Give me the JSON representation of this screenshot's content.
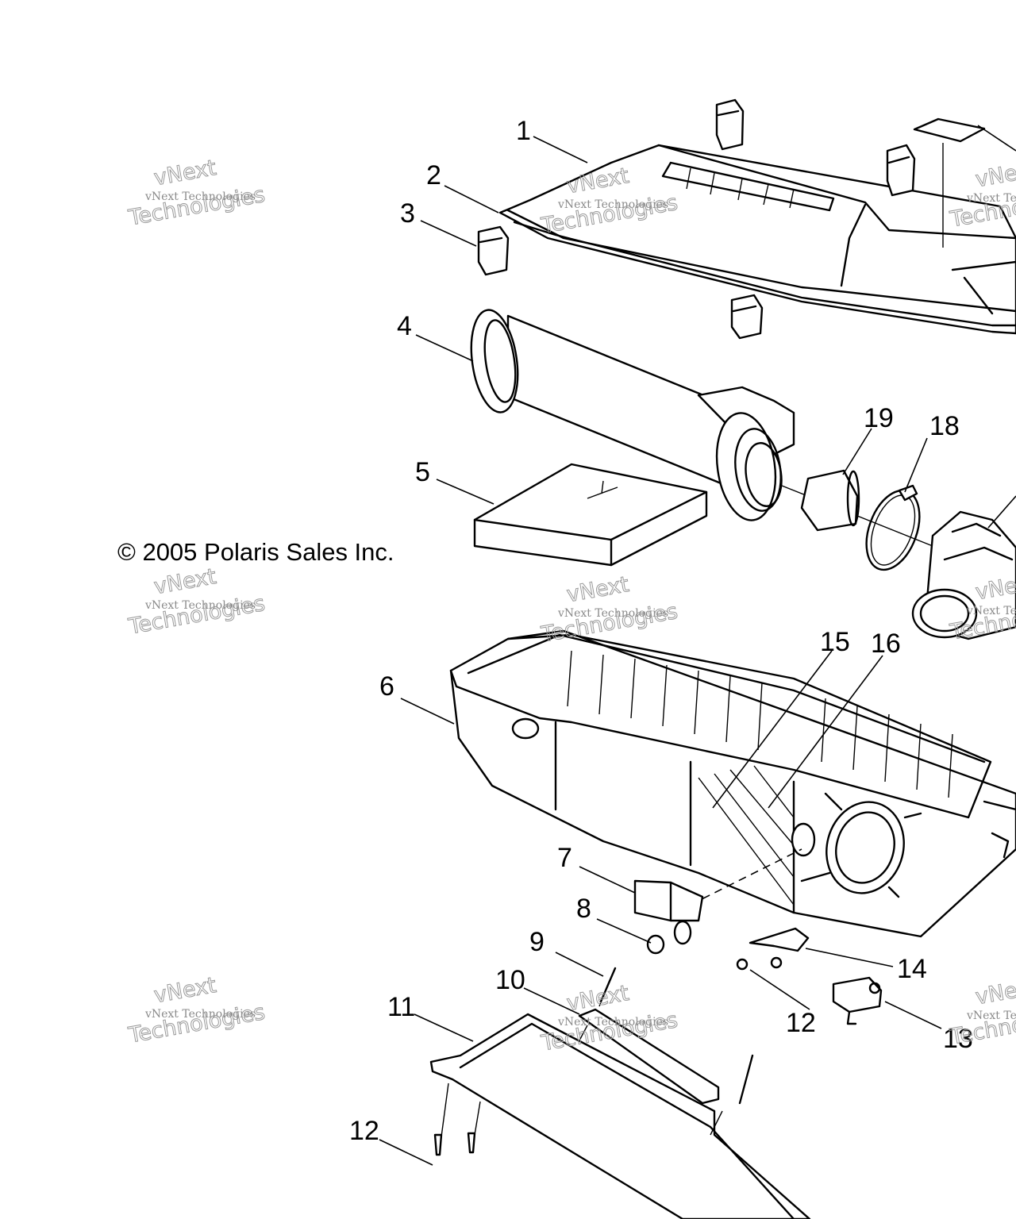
{
  "copyright": "© 2005 Polaris Sales Inc.",
  "watermark": {
    "small": "vNext Technologies",
    "top": "vNext",
    "bottom": "Technologies"
  },
  "callouts": [
    "1",
    "2",
    "3",
    "4",
    "5",
    "6",
    "7",
    "8",
    "9",
    "10",
    "11",
    "12",
    "12",
    "13",
    "14",
    "15",
    "16",
    "18",
    "19"
  ]
}
